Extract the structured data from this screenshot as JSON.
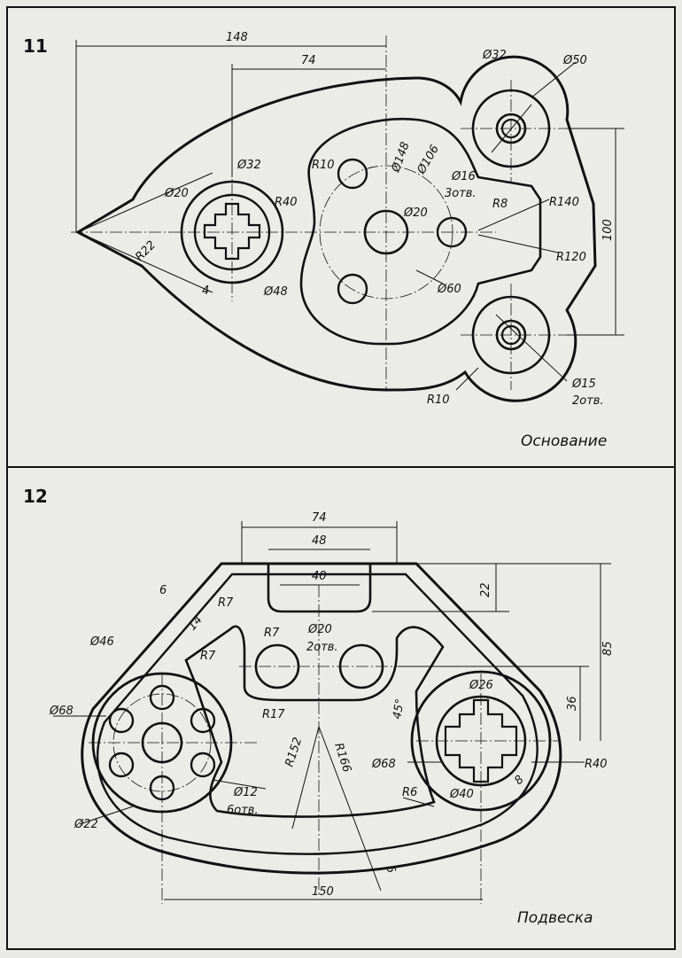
{
  "panels": [
    {
      "number": "11",
      "title": "Основание",
      "dims": {
        "d148w": "148",
        "d74w": "74",
        "d32a": "Ø32",
        "d50": "Ø50",
        "d32b": "Ø32",
        "d20a": "Ø20",
        "r10a": "R10",
        "d148": "Ø148",
        "d106": "Ø106",
        "d16": "Ø16",
        "otv3": "3отв.",
        "r40": "R40",
        "d20b": "Ø20",
        "r8": "R8",
        "r140": "R140",
        "d100": "100",
        "r22": "R22",
        "d4": "4",
        "d48": "Ø48",
        "d60": "Ø60",
        "r120": "R120",
        "r10b": "R10",
        "d15": "Ø15",
        "otv2": "2отв."
      }
    },
    {
      "number": "12",
      "title": "Подвеска",
      "dims": {
        "d74": "74",
        "d48": "48",
        "d40": "40",
        "d22v": "22",
        "d85": "85",
        "d6a": "6",
        "r7a": "R7",
        "d14": "14",
        "r7b": "R7",
        "d46": "Ø46",
        "r7c": "R7",
        "d20": "Ø20",
        "otv2": "2отв.",
        "d26": "Ø26",
        "d36": "36",
        "a45": "45°",
        "d68a": "Ø68",
        "r17": "R17",
        "r152": "R152",
        "r166": "R166",
        "d68b": "Ø68",
        "r40": "R40",
        "d8": "8",
        "d12": "Ø12",
        "otv6": "6отв.",
        "r6": "R6",
        "d40b": "Ø40",
        "d22": "Ø22",
        "d6b": "6",
        "d150": "150"
      }
    }
  ]
}
